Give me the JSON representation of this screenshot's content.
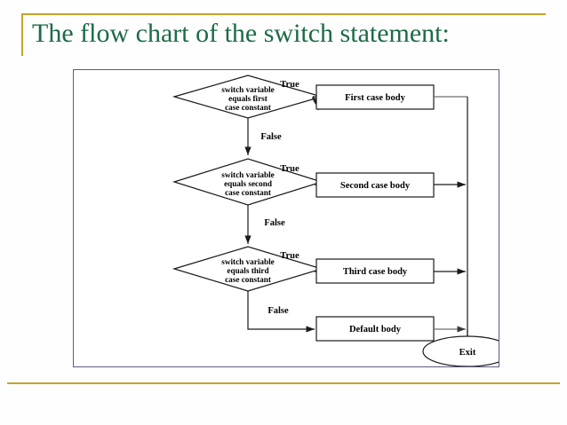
{
  "slide": {
    "title": "The flow chart of the switch statement:",
    "title_color": "#1d6b45",
    "accent_color": "#c9a227",
    "frame_border_color": "#5b5b82"
  },
  "diagram": {
    "name": "switch-statement-flowchart",
    "decisions": [
      {
        "id": "decision-first",
        "lines": [
          "switch variable",
          "equals first",
          "case constant"
        ],
        "true_label": "True",
        "false_label": "False"
      },
      {
        "id": "decision-second",
        "lines": [
          "switch variable",
          "equals second",
          "case constant"
        ],
        "true_label": "True",
        "false_label": "False"
      },
      {
        "id": "decision-third",
        "lines": [
          "switch variable",
          "equals third",
          "case constant"
        ],
        "true_label": "True",
        "false_label": "False"
      }
    ],
    "process_boxes": [
      {
        "id": "box-first-case",
        "label": "First case body"
      },
      {
        "id": "box-second-case",
        "label": "Second case body"
      },
      {
        "id": "box-third-case",
        "label": "Third case body"
      },
      {
        "id": "box-default",
        "label": "Default body"
      }
    ],
    "terminator": {
      "id": "exit-node",
      "label": "Exit"
    }
  }
}
